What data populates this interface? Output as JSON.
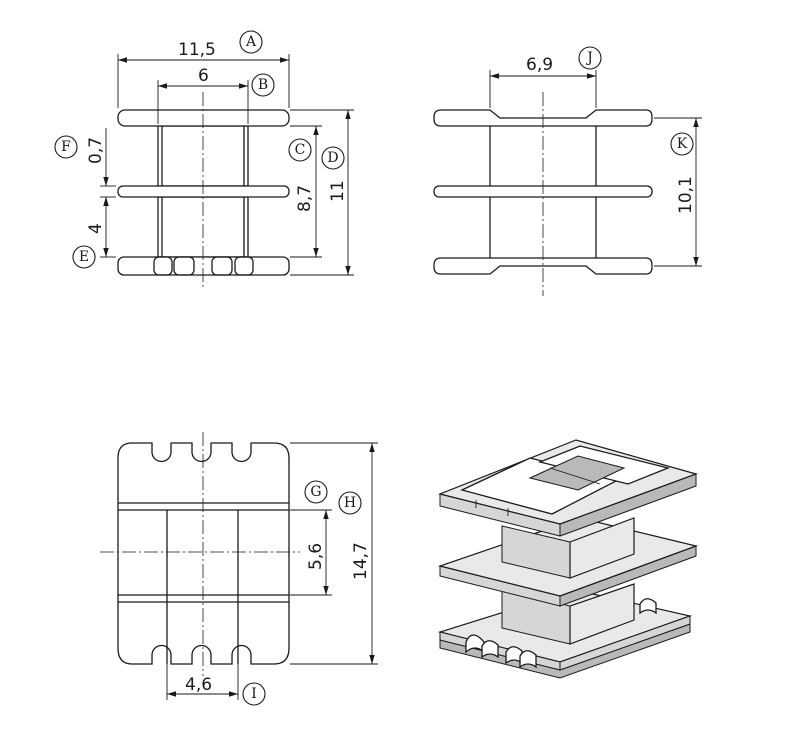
{
  "views": {
    "front": {
      "dims": {
        "A": "11,5",
        "B": "6",
        "F": "0,7",
        "C": "8,7",
        "D": "11",
        "E": "4"
      }
    },
    "side": {
      "dims": {
        "J": "6,9",
        "K": "10,1"
      }
    },
    "bottom": {
      "dims": {
        "G": "5,6",
        "H": "14,7",
        "I": "4,6"
      }
    }
  },
  "tags": {
    "A": "A",
    "B": "B",
    "C": "C",
    "D": "D",
    "E": "E",
    "F": "F",
    "G": "G",
    "H": "H",
    "I": "I",
    "J": "J",
    "K": "K"
  }
}
